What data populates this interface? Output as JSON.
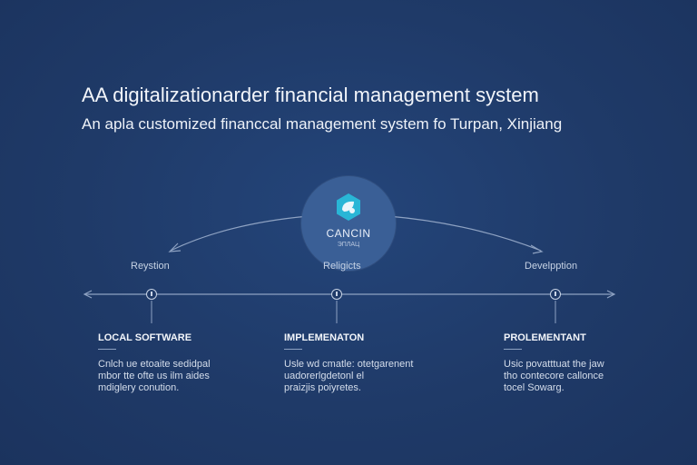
{
  "title": "AA digitalizationarder financial management system",
  "subtitle": "An apla customized financcal management system fo Turpan, Xinjiang",
  "hub": {
    "icon": "hexagon-leaf-icon",
    "label": "CANCIN",
    "sublabel": "ЭПЛАЦ"
  },
  "upper_labels": {
    "left": "Reystion",
    "center": "Religicts",
    "right": "Develpption"
  },
  "stages": [
    {
      "heading": "LOCAL SOFTWARE",
      "lines": [
        "Cnlch ue etoaite sedidpal",
        "mbor tte ofte us ilm aides",
        "mdiglery conution."
      ]
    },
    {
      "heading": "IMPLEMENATON",
      "lines": [
        "Usle wd cmatle: otetgarenent",
        "uadorerlgdetonl el",
        "praizjis poiyretes."
      ]
    },
    {
      "heading": "PROLEMENTANT",
      "lines": [
        "Usic povatttuat the jaw",
        "tho contecore callonce",
        "tocel Sowarg."
      ]
    }
  ],
  "colors": {
    "background": "#1f3a68",
    "hub": "#3a5f96",
    "line": "#8ea2c2",
    "icon_accent": "#29b6d6"
  }
}
